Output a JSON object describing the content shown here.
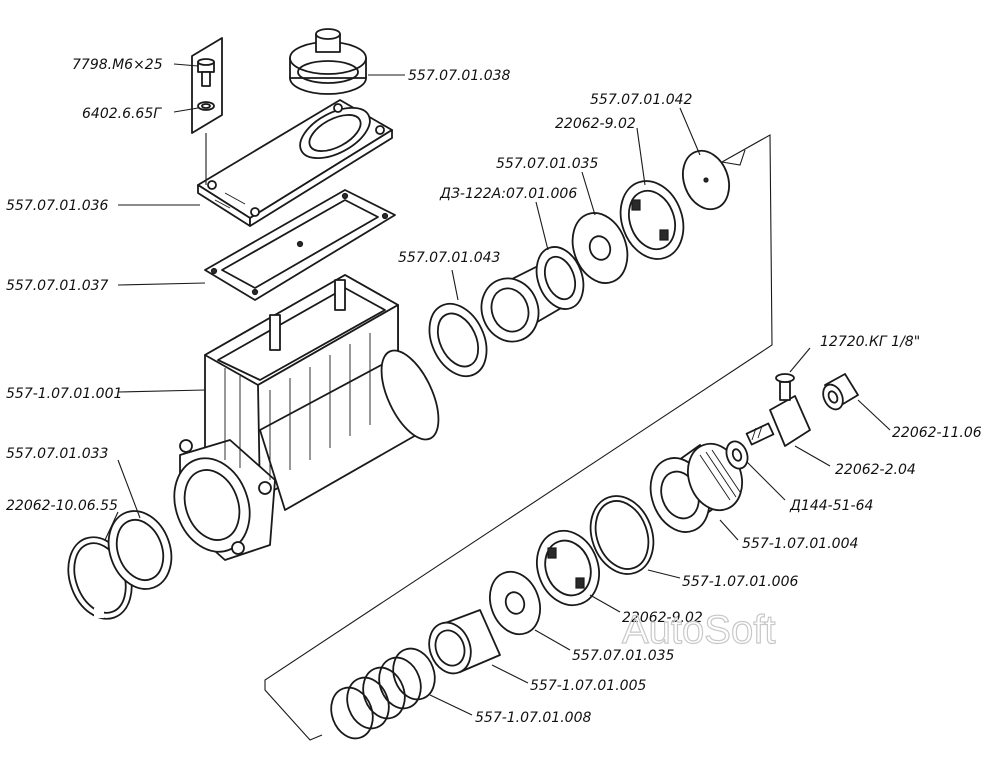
{
  "labels": {
    "bolt": "7798.M6×25",
    "washer_small": "6402.6.65Г",
    "cover_plate": "557.07.01.036",
    "gasket": "557.07.01.037",
    "housing": "557-1.07.01.001",
    "seal_ring_outer": "557.07.01.033",
    "snap_ring": "22062-10.06.55",
    "filler_cap": "557.07.01.038",
    "disc": "557.07.01.042",
    "cup_top": "22062-9.02",
    "washer_top": "557.07.01.035",
    "piston": "ДЗ-122А:07.01.006",
    "bushing_top": "557.07.01.043",
    "fitting_plug": "12720.КГ 1/8\"",
    "sleeve": "22062-11.06",
    "tee": "22062-2.04",
    "washer_seal": "Д144-51-64",
    "valve_body": "557-1.07.01.004",
    "oring": "557-1.07.01.006",
    "cup_bottom": "22062-9.02",
    "washer_bottom": "557.07.01.035",
    "bushing_bottom": "557-1.07.01.005",
    "spring": "557-1.07.01.008"
  },
  "watermark": "AutoSoft"
}
